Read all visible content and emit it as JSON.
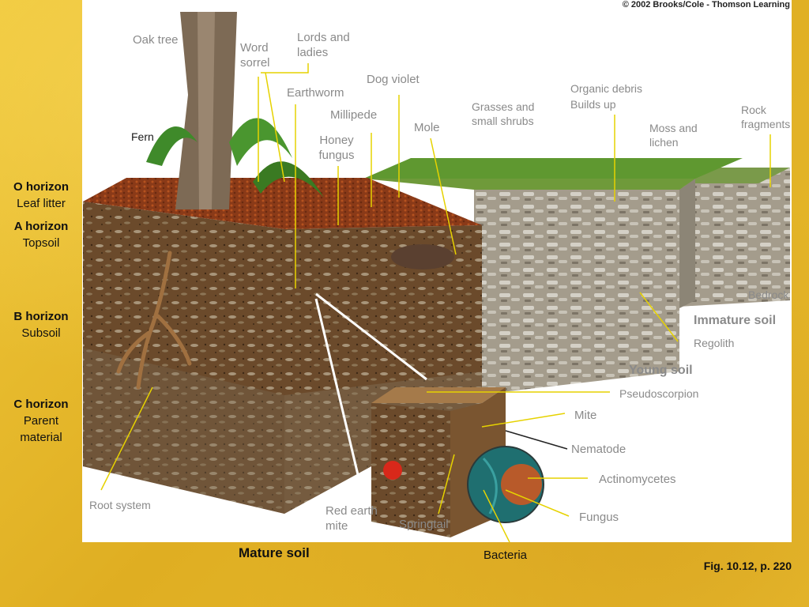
{
  "credit": "© 2002 Brooks/Cole - Thomson Learning",
  "figure_ref": "Fig. 10.12, p. 220",
  "horizons": [
    {
      "name": "O horizon",
      "desc": "Leaf litter"
    },
    {
      "name": "A horizon",
      "desc": "Topsoil"
    },
    {
      "name": "B horizon",
      "desc": "Subsoil"
    },
    {
      "name": "C horizon",
      "desc": "Parent material"
    }
  ],
  "labels": {
    "oak_tree": "Oak tree",
    "word_sorrel": "Word sorrel",
    "lords_ladies": "Lords and ladies",
    "dog_violet": "Dog violet",
    "earthworm": "Earthworm",
    "millipede": "Millipede",
    "honey_fungus": "Honey fungus",
    "mole": "Mole",
    "fern": "Fern",
    "grasses": "Grasses and small shrubs",
    "organic_debris": "Organic debris",
    "builds_up": "Builds up",
    "moss_lichen": "Moss and lichen",
    "rock_fragments": "Rock fragments",
    "bedrock": "Bedrock",
    "immature_soil": "Immature soil",
    "regolith": "Regolith",
    "young_soil": "Young soil",
    "pseudoscorpion": "Pseudoscorpion",
    "mite": "Mite",
    "nematode": "Nematode",
    "actinomycetes": "Actinomycetes",
    "fungus": "Fungus",
    "bacteria": "Bacteria",
    "springtail": "Springtail",
    "red_earth_mite": "Red earth mite",
    "root_system": "Root system",
    "mature_soil": "Mature soil"
  },
  "colors": {
    "background": "#e9bd2a",
    "panel": "#ffffff",
    "label_gray": "#8a8a8a",
    "leader_yellow": "#e6d200",
    "soil_brown": "#6b4423",
    "rock_gray": "#b8b4aa",
    "grass_green": "#4f8a2a"
  }
}
